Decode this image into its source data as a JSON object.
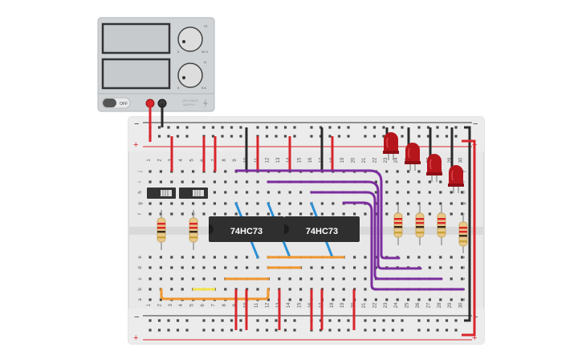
{
  "power_supply": {
    "switch_label": "OFF",
    "knob1_min": "0",
    "knob1_max": "30 V",
    "knob1_tag": "V1",
    "knob2_min": "0",
    "knob2_max": "5 A",
    "knob2_tag": "I1",
    "brand_line1": "ATG RIGS",
    "brand_line2": "SUPPLY",
    "colors": {
      "body": "#cfd3d6",
      "display": "#c6cacd",
      "pos": "#d8262b",
      "neg": "#3a3a3a"
    }
  },
  "breadboard": {
    "rail_minus": "−",
    "rail_plus": "+",
    "row_letters_top": [
      "j",
      "i",
      "h",
      "g",
      "f"
    ],
    "row_letters_bottom": [
      "e",
      "d",
      "c",
      "b",
      "a"
    ],
    "column_numbers": [
      "1",
      "2",
      "3",
      "4",
      "5",
      "6",
      "7",
      "8",
      "9",
      "10",
      "11",
      "12",
      "13",
      "14",
      "15",
      "16",
      "17",
      "18",
      "19",
      "20",
      "21",
      "22",
      "23",
      "24",
      "25",
      "26",
      "27",
      "28",
      "29",
      "30"
    ],
    "colors": {
      "board": "#e8e8e8",
      "hole": "#4a4a4a",
      "red_line": "#d8262b",
      "dark_line": "#333333"
    }
  },
  "chips": [
    {
      "label": "74HC73"
    },
    {
      "label": "74HC73"
    }
  ],
  "wire_colors": {
    "red": "#d8262b",
    "black": "#2a2a2a",
    "purple": "#7b2d9e",
    "orange": "#f0962d",
    "blue": "#2b8fd6",
    "yellow": "#f3e24a"
  },
  "component_colors": {
    "led": "#b5161c",
    "resistor": "#e8c98a",
    "switch": "#333333"
  }
}
